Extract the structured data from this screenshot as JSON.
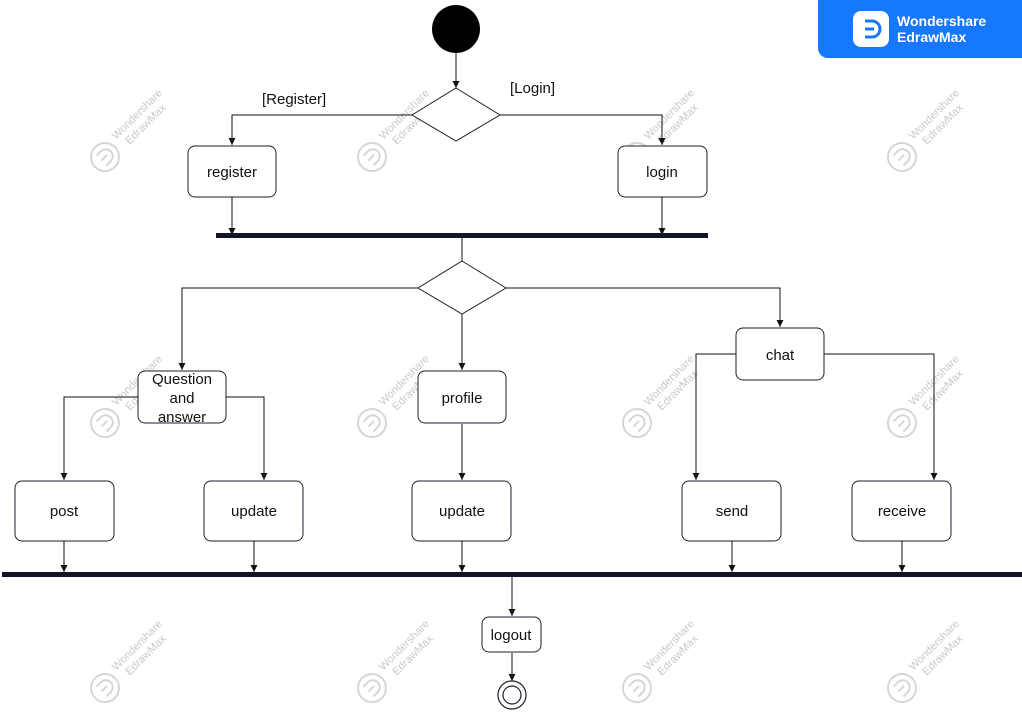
{
  "brand": {
    "line1": "Wondershare",
    "line2": "EdrawMax",
    "logo_icon": "edrawmax-logo-icon",
    "color": "#1677ff"
  },
  "watermark": {
    "line1": "Wondershare",
    "line2": "EdrawMax",
    "icon": "edrawmax-watermark-icon"
  },
  "colors": {
    "stroke": "#1e1e2e",
    "bar": "#141428",
    "node_fill": "#ffffff"
  },
  "guards": {
    "register": "[Register]",
    "login": "[Login]"
  },
  "activities": {
    "register": "register",
    "login": "login",
    "qa_line1": "Question",
    "qa_line2": "and",
    "qa_line3": "answer",
    "profile": "profile",
    "chat": "chat",
    "post": "post",
    "qa_update": "update",
    "profile_update": "update",
    "send": "send",
    "receive": "receive",
    "logout": "logout"
  }
}
